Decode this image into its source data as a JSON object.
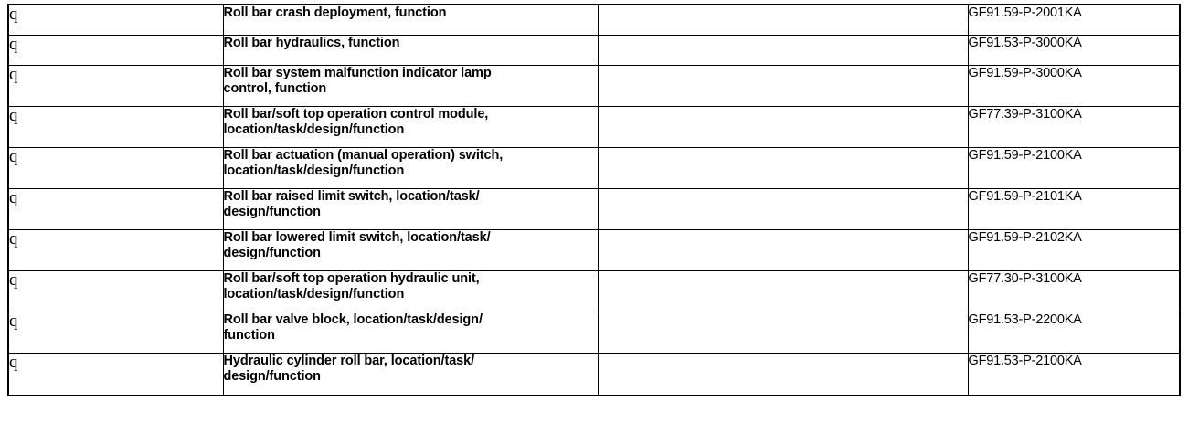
{
  "document": {
    "type": "reference-table",
    "column_count": 4,
    "row_count": 10,
    "bullet_glyph": "q",
    "colors": {
      "border": "#000000",
      "text": "#000000",
      "background": "#ffffff"
    }
  },
  "table": {
    "rows": [
      {
        "marker": "q",
        "description_lines": [
          "Roll bar crash deployment, function"
        ],
        "blank": "",
        "code": "GF91.59-P-2001KA",
        "lines": 1
      },
      {
        "marker": "q",
        "description_lines": [
          "Roll bar hydraulics, function"
        ],
        "blank": "",
        "code": "GF91.53-P-3000KA",
        "lines": 1
      },
      {
        "marker": "q",
        "description_lines": [
          "Roll bar system malfunction indicator lamp",
          "control, function"
        ],
        "blank": "",
        "code": "GF91.59-P-3000KA",
        "lines": 2
      },
      {
        "marker": "q",
        "description_lines": [
          "Roll bar/soft top operation control module,",
          "location/task/design/function"
        ],
        "blank": "",
        "code": "GF77.39-P-3100KA",
        "lines": 2
      },
      {
        "marker": "q",
        "description_lines": [
          "Roll bar actuation (manual operation) switch,",
          "location/task/design/function"
        ],
        "blank": "",
        "code": "GF91.59-P-2100KA",
        "lines": 2
      },
      {
        "marker": "q",
        "description_lines": [
          "Roll bar raised limit switch, location/task/",
          "design/function"
        ],
        "blank": "",
        "code": "GF91.59-P-2101KA",
        "lines": 2
      },
      {
        "marker": "q",
        "description_lines": [
          "Roll bar lowered limit switch, location/task/",
          "design/function"
        ],
        "blank": "",
        "code": "GF91.59-P-2102KA",
        "lines": 2
      },
      {
        "marker": "q",
        "description_lines": [
          "Roll bar/soft top operation hydraulic unit,",
          "location/task/design/function"
        ],
        "blank": "",
        "code": "GF77.30-P-3100KA",
        "lines": 2
      },
      {
        "marker": "q",
        "description_lines": [
          "Roll bar valve block, location/task/design/",
          "function"
        ],
        "blank": "",
        "code": "GF91.53-P-2200KA",
        "lines": 2
      },
      {
        "marker": "q",
        "description_lines": [
          "Hydraulic cylinder roll bar, location/task/",
          "design/function"
        ],
        "blank": "",
        "code": "GF91.53-P-2100KA",
        "lines": 2
      }
    ]
  }
}
